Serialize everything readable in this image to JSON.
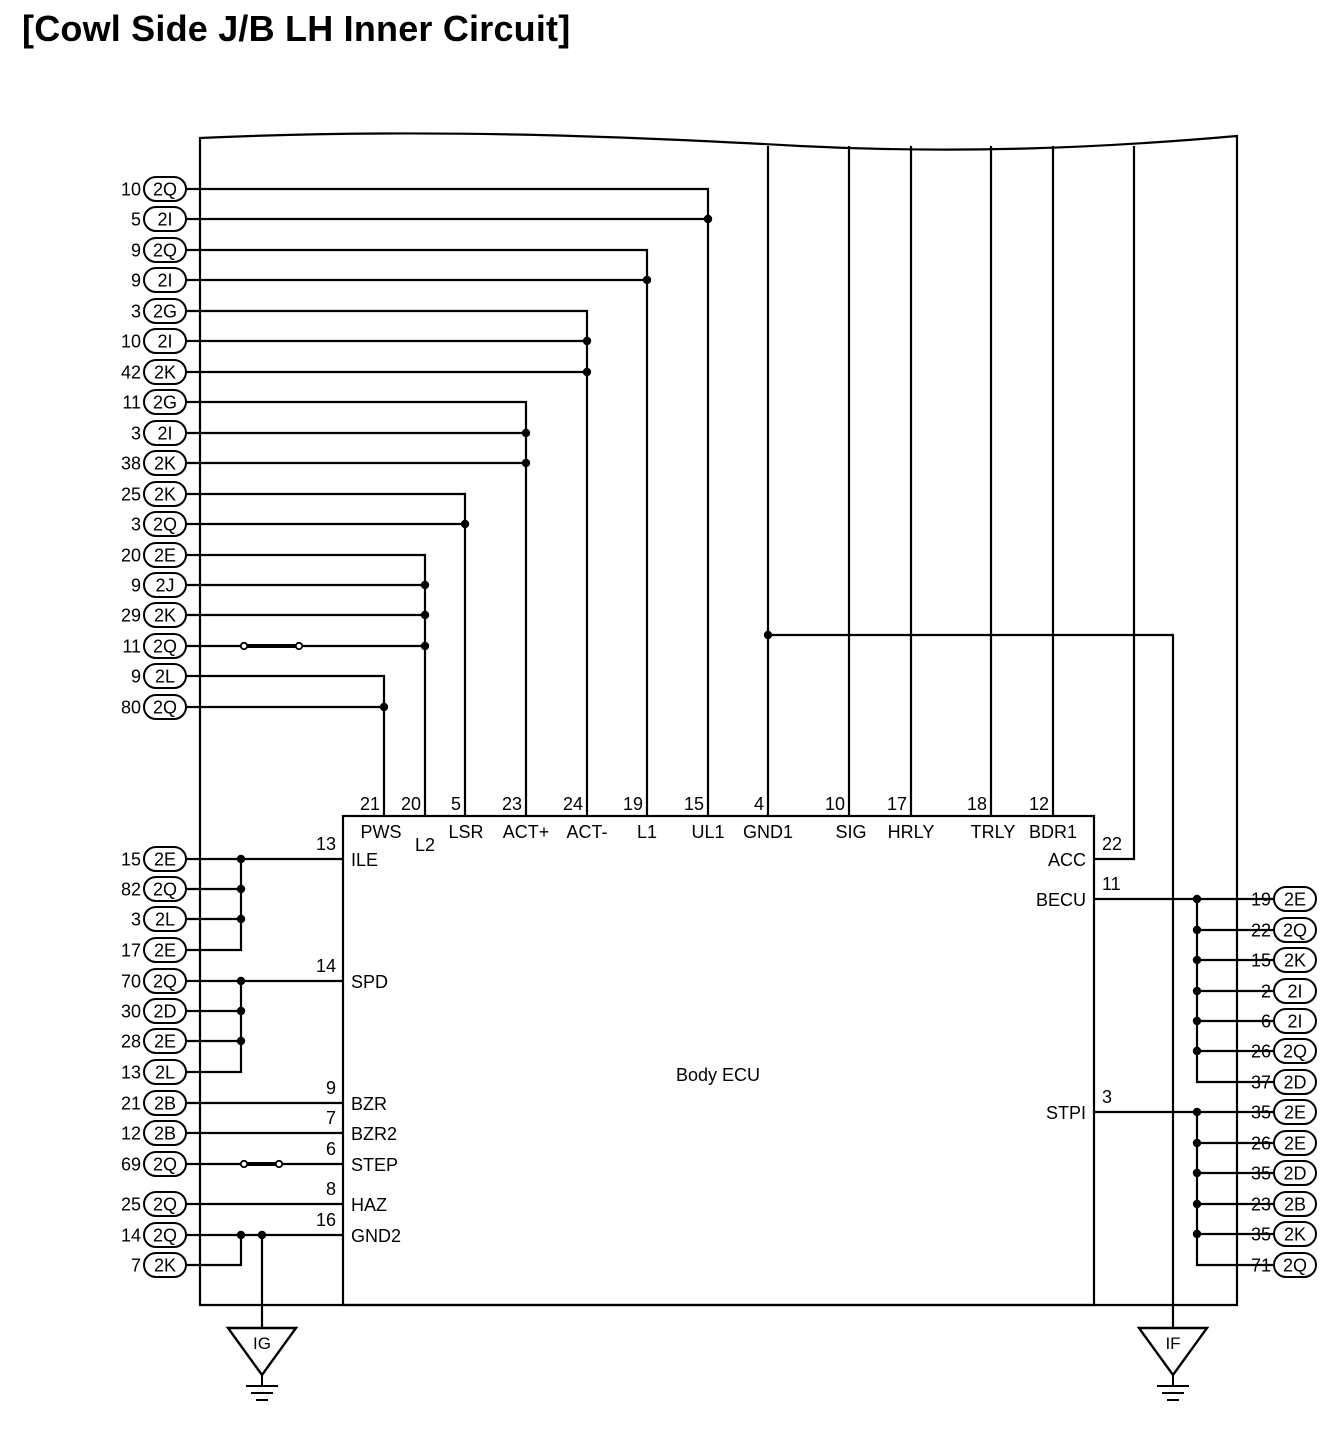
{
  "title": "[Cowl Side J/B LH Inner Circuit]",
  "ecu_label": "Body ECU",
  "top_connectors": [
    {
      "pin": "10",
      "conn": "2Q"
    },
    {
      "pin": "5",
      "conn": "2I"
    },
    {
      "pin": "9",
      "conn": "2Q"
    },
    {
      "pin": "9",
      "conn": "2I"
    },
    {
      "pin": "3",
      "conn": "2G"
    },
    {
      "pin": "10",
      "conn": "2I"
    },
    {
      "pin": "42",
      "conn": "2K"
    },
    {
      "pin": "11",
      "conn": "2G"
    },
    {
      "pin": "3",
      "conn": "2I"
    },
    {
      "pin": "38",
      "conn": "2K"
    },
    {
      "pin": "25",
      "conn": "2K"
    },
    {
      "pin": "3",
      "conn": "2Q"
    },
    {
      "pin": "20",
      "conn": "2E"
    },
    {
      "pin": "9",
      "conn": "2J"
    },
    {
      "pin": "29",
      "conn": "2K"
    },
    {
      "pin": "11",
      "conn": "2Q"
    },
    {
      "pin": "9",
      "conn": "2L"
    },
    {
      "pin": "80",
      "conn": "2Q"
    }
  ],
  "left_connectors": [
    {
      "pin": "15",
      "conn": "2E"
    },
    {
      "pin": "82",
      "conn": "2Q"
    },
    {
      "pin": "3",
      "conn": "2L"
    },
    {
      "pin": "17",
      "conn": "2E"
    },
    {
      "pin": "70",
      "conn": "2Q"
    },
    {
      "pin": "30",
      "conn": "2D"
    },
    {
      "pin": "28",
      "conn": "2E"
    },
    {
      "pin": "13",
      "conn": "2L"
    },
    {
      "pin": "21",
      "conn": "2B"
    },
    {
      "pin": "12",
      "conn": "2B"
    },
    {
      "pin": "69",
      "conn": "2Q"
    },
    {
      "pin": "25",
      "conn": "2Q"
    },
    {
      "pin": "14",
      "conn": "2Q"
    },
    {
      "pin": "7",
      "conn": "2K"
    }
  ],
  "right_connectors": [
    {
      "pin": "19",
      "conn": "2E"
    },
    {
      "pin": "22",
      "conn": "2Q"
    },
    {
      "pin": "15",
      "conn": "2K"
    },
    {
      "pin": "2",
      "conn": "2I"
    },
    {
      "pin": "6",
      "conn": "2I"
    },
    {
      "pin": "26",
      "conn": "2Q"
    },
    {
      "pin": "37",
      "conn": "2D"
    },
    {
      "pin": "35",
      "conn": "2E"
    },
    {
      "pin": "26",
      "conn": "2E"
    },
    {
      "pin": "35",
      "conn": "2D"
    },
    {
      "pin": "23",
      "conn": "2B"
    },
    {
      "pin": "35",
      "conn": "2K"
    },
    {
      "pin": "71",
      "conn": "2Q"
    }
  ],
  "ecu_top_terminals": [
    {
      "pin": "21",
      "name": "PWS"
    },
    {
      "pin": "20",
      "name": "L2"
    },
    {
      "pin": "5",
      "name": "LSR"
    },
    {
      "pin": "23",
      "name": "ACT+"
    },
    {
      "pin": "24",
      "name": "ACT-"
    },
    {
      "pin": "19",
      "name": "L1"
    },
    {
      "pin": "15",
      "name": "UL1"
    },
    {
      "pin": "4",
      "name": "GND1"
    },
    {
      "pin": "10",
      "name": "SIG"
    },
    {
      "pin": "17",
      "name": "HRLY"
    },
    {
      "pin": "18",
      "name": "TRLY"
    },
    {
      "pin": "12",
      "name": "BDR1"
    }
  ],
  "ecu_left_terminals": [
    {
      "pin": "13",
      "name": "ILE"
    },
    {
      "pin": "14",
      "name": "SPD"
    },
    {
      "pin": "9",
      "name": "BZR"
    },
    {
      "pin": "7",
      "name": "BZR2"
    },
    {
      "pin": "6",
      "name": "STEP"
    },
    {
      "pin": "8",
      "name": "HAZ"
    },
    {
      "pin": "16",
      "name": "GND2"
    }
  ],
  "ecu_right_terminals": [
    {
      "pin": "22",
      "name": "ACC"
    },
    {
      "pin": "11",
      "name": "BECU"
    },
    {
      "pin": "3",
      "name": "STPI"
    }
  ],
  "grounds": [
    {
      "label": "IG"
    },
    {
      "label": "IF"
    }
  ]
}
